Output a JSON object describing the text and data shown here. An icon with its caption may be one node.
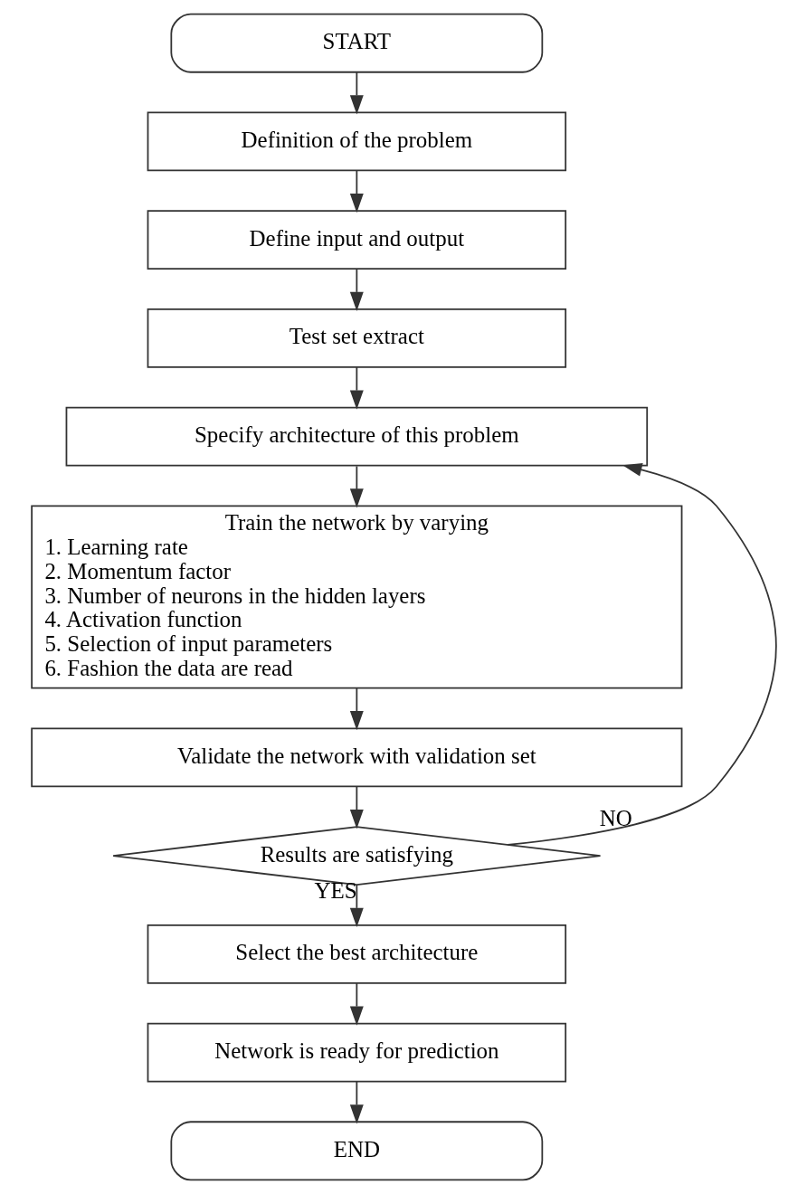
{
  "diagram": {
    "nodes": [
      {
        "text": [
          "START"
        ]
      },
      {
        "text": [
          "Definition of the problem"
        ]
      },
      {
        "text": [
          "Define input and output"
        ]
      },
      {
        "text": [
          "Test set extract"
        ]
      },
      {
        "text": [
          "Specify architecture of this problem"
        ]
      },
      {
        "text": [
          "Train the network by varying",
          "1. Learning rate",
          "2. Momentum factor",
          "3. Number of neurons in the hidden layers",
          "4. Activation function",
          "5. Selection of input parameters",
          "6. Fashion the data are read"
        ]
      },
      {
        "text": [
          "Validate the network with validation set"
        ]
      },
      {
        "text": [
          "Results are satisfying"
        ]
      },
      {
        "text": [
          "Select the best architecture"
        ]
      },
      {
        "text": [
          "Network is ready for prediction"
        ]
      },
      {
        "text": [
          "END"
        ]
      }
    ],
    "edges": [
      {
        "from": 0,
        "to": 1,
        "arrow": "to"
      },
      {
        "from": 1,
        "to": 2,
        "arrow": "to"
      },
      {
        "from": 2,
        "to": 3,
        "arrow": "to"
      },
      {
        "from": 3,
        "to": 4,
        "arrow": "to"
      },
      {
        "from": 4,
        "to": 5,
        "arrow": "to"
      },
      {
        "from": 5,
        "to": 6,
        "arrow": "to"
      },
      {
        "from": 6,
        "to": 7,
        "arrow": "to"
      },
      {
        "from": 7,
        "to": 4,
        "arrow": "to",
        "label": "NO"
      },
      {
        "from": 7,
        "to": 8,
        "arrow": "to",
        "label": "YES"
      },
      {
        "from": 8,
        "to": 9,
        "arrow": "to"
      },
      {
        "from": 9,
        "to": 10,
        "arrow": "to"
      }
    ]
  }
}
